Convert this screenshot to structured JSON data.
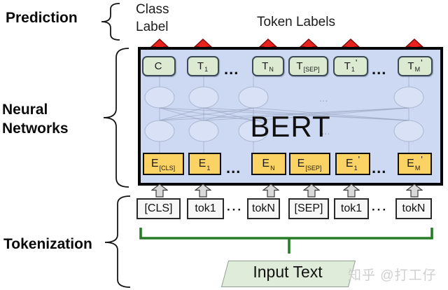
{
  "side_labels": {
    "prediction": "Prediction",
    "neural_line1": "Neural",
    "neural_line2": "Networks",
    "tokenization": "Tokenization"
  },
  "top_labels": {
    "class_line1": "Class",
    "class_line2": "Label",
    "token_labels": "Token Labels"
  },
  "bert": {
    "title": "BERT",
    "top_row": [
      {
        "base": "C",
        "sub": "",
        "prime": ""
      },
      {
        "base": "T",
        "sub": "1",
        "prime": ""
      },
      {
        "base": "T",
        "sub": "N",
        "prime": ""
      },
      {
        "base": "T",
        "sub": "[SEP]",
        "prime": ""
      },
      {
        "base": "T",
        "sub": "1",
        "prime": "'"
      },
      {
        "base": "T",
        "sub": "M",
        "prime": "'"
      }
    ],
    "bottom_row": [
      {
        "base": "E",
        "sub": "[CLS]",
        "prime": ""
      },
      {
        "base": "E",
        "sub": "1",
        "prime": ""
      },
      {
        "base": "E",
        "sub": "N",
        "prime": ""
      },
      {
        "base": "E",
        "sub": "[SEP]",
        "prime": ""
      },
      {
        "base": "E",
        "sub": "1",
        "prime": "'"
      },
      {
        "base": "E",
        "sub": "M",
        "prime": "'"
      }
    ],
    "ellipsis_top_1": "...",
    "ellipsis_top_2": "...",
    "ellipsis_bottom_1": "...",
    "ellipsis_bottom_2": "..."
  },
  "tokens": {
    "items": [
      "[CLS]",
      "tok1",
      "tokN",
      "[SEP]",
      "tok1",
      "tokN"
    ],
    "dots_1": "···",
    "dots_2": "···"
  },
  "input_text": "Input Text",
  "watermark": "知乎 @打工仔",
  "colors": {
    "bert_box_fill": "#cdd9f3",
    "output_box_fill": "#dcead2",
    "embedding_box_fill": "#fbd264",
    "token_box_fill": "#f7f7f7",
    "red_arrow": "#e8221c",
    "gray_arrow": "#d9d9d9",
    "bracket_green": "#277c27",
    "input_fill": "#e0ecda"
  }
}
